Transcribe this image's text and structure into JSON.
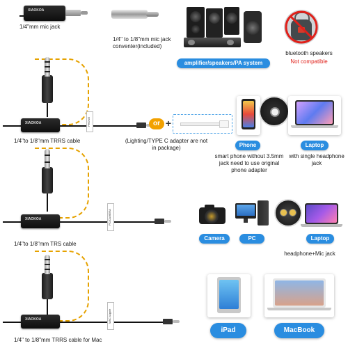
{
  "row1": {
    "mic_jack_label": "1/4\"mm mic jack",
    "converter_label": "1/4\" to 1/8\"mm mic jack conventer(included)",
    "amp_label": "amplifier/speakers/PA system",
    "bt_label": "bluetooth speakers",
    "not_compatible_label": "Not compatible"
  },
  "row2": {
    "cable_label": "1/4\"to 1/8\"mm TRRS cable",
    "side_tag": "PHONE",
    "or_label": "or",
    "plus_label": "+",
    "adapter_note": "(Lighting/TYPE C adapter are not in package)",
    "phone_pill": "Phone",
    "laptop_pill": "Laptop",
    "phone_note": "smart phone without 3.5mm jack need to use original phone adapter",
    "laptop_note": "with single headphone jack"
  },
  "row3": {
    "cable_label": "1/4\"to 1/8\"mm TRS cable",
    "side_tag": "PC/CAMERA",
    "camera_pill": "Camera",
    "pc_pill": "PC",
    "laptop_pill": "Laptop",
    "laptop_note": "headphone+Mic jack"
  },
  "row4": {
    "cable_label": "1/4\" to 1/8\"mm TRRS cable for Mac",
    "side_tag": "MAC /Apple",
    "ipad_pill": "iPad",
    "macbook_pill": "MacBook"
  },
  "device_brand": "XIAOKOA",
  "colors": {
    "pill_blue": "#2a8de0",
    "warning_red": "#e0201a",
    "hook_orange": "#e6a200"
  }
}
